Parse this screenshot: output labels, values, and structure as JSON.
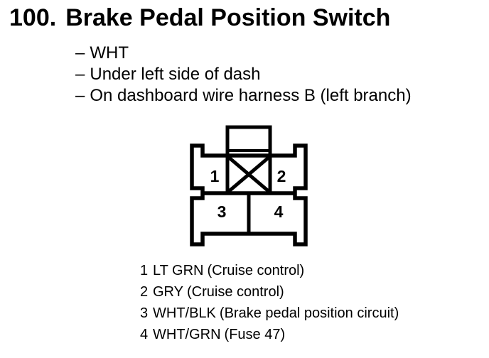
{
  "title": {
    "index": "100.",
    "label": "Brake Pedal Position Switch"
  },
  "details": {
    "dash": "–",
    "items": [
      "WHT",
      "Under left side of dash",
      "On dashboard wire harness B (left branch)"
    ]
  },
  "connector": {
    "pins": [
      "1",
      "2",
      "3",
      "4"
    ]
  },
  "legend": {
    "items": [
      {
        "pin": "1",
        "wire": "LT GRN",
        "desc": "(Cruise control)"
      },
      {
        "pin": "2",
        "wire": "GRY",
        "desc": "(Cruise control)"
      },
      {
        "pin": "3",
        "wire": "WHT/BLK",
        "desc": "(Brake pedal position circuit)"
      },
      {
        "pin": "4",
        "wire": "WHT/GRN",
        "desc": "(Fuse 47)"
      }
    ]
  },
  "colors": {
    "ink": "#000000",
    "paper": "#ffffff"
  }
}
